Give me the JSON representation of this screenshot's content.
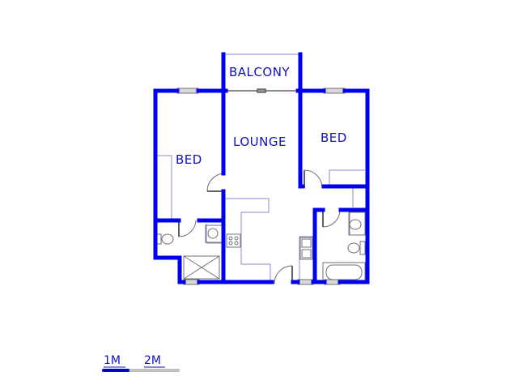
{
  "rooms": {
    "balcony": "BALCONY",
    "lounge": "LOUNGE",
    "bed_left": "BED",
    "bed_right": "BED"
  },
  "scale_bar": {
    "label_1": "1M",
    "label_2": "2M",
    "filled_color": "#0000dd",
    "empty_color": "#c0c0c0"
  },
  "colors": {
    "wall": "#0000ee",
    "fixture_line": "#8080c0",
    "text": "#1010c0"
  }
}
